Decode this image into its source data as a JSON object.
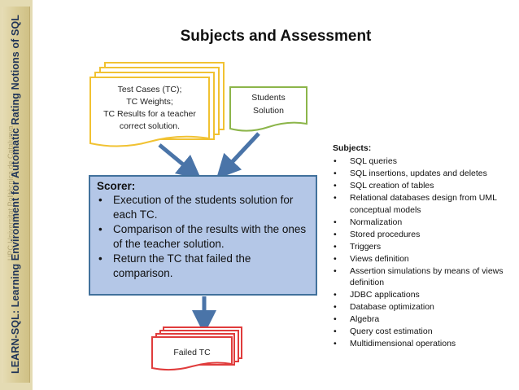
{
  "sidebar": {
    "title": "LEARN-SQL: Learning Environment for Automatic Rating Notions of SQL",
    "watermark": "UPC Universitat Politècnica de Catalunya · BarcelonaTech"
  },
  "slide": {
    "title": "Subjects and Assessment"
  },
  "diagram": {
    "test_cases": {
      "lines": [
        "Test Cases (TC);",
        "TC Weights;",
        "TC Results for a teacher",
        "correct solution."
      ]
    },
    "students_solution": {
      "lines": [
        "Students",
        "Solution"
      ]
    },
    "scorer": {
      "title": "Scorer:",
      "items": [
        "Execution of the students solution for each TC.",
        "Comparison of the results with the ones of the teacher solution.",
        "Return the TC that failed the comparison."
      ]
    },
    "failed_tc": {
      "label": "Failed TC"
    },
    "colors": {
      "test_cases_border": "#f1c232",
      "students_border": "#8cb54a",
      "scorer_fill": "#b4c7e7",
      "scorer_border": "#41719c",
      "arrow": "#4a74a8",
      "failed_border": "#e03c3c"
    }
  },
  "subjects": {
    "heading": "Subjects:",
    "items": [
      "SQL queries",
      "SQL insertions, updates and deletes",
      "SQL creation of tables",
      "Relational databases design from UML conceptual models",
      "Normalization",
      "Stored procedures",
      "Triggers",
      "Views definition",
      "Assertion simulations by means of views definition",
      "JDBC applications",
      "Database optimization",
      "Algebra",
      "Query cost estimation",
      "Multidimensional operations"
    ]
  }
}
